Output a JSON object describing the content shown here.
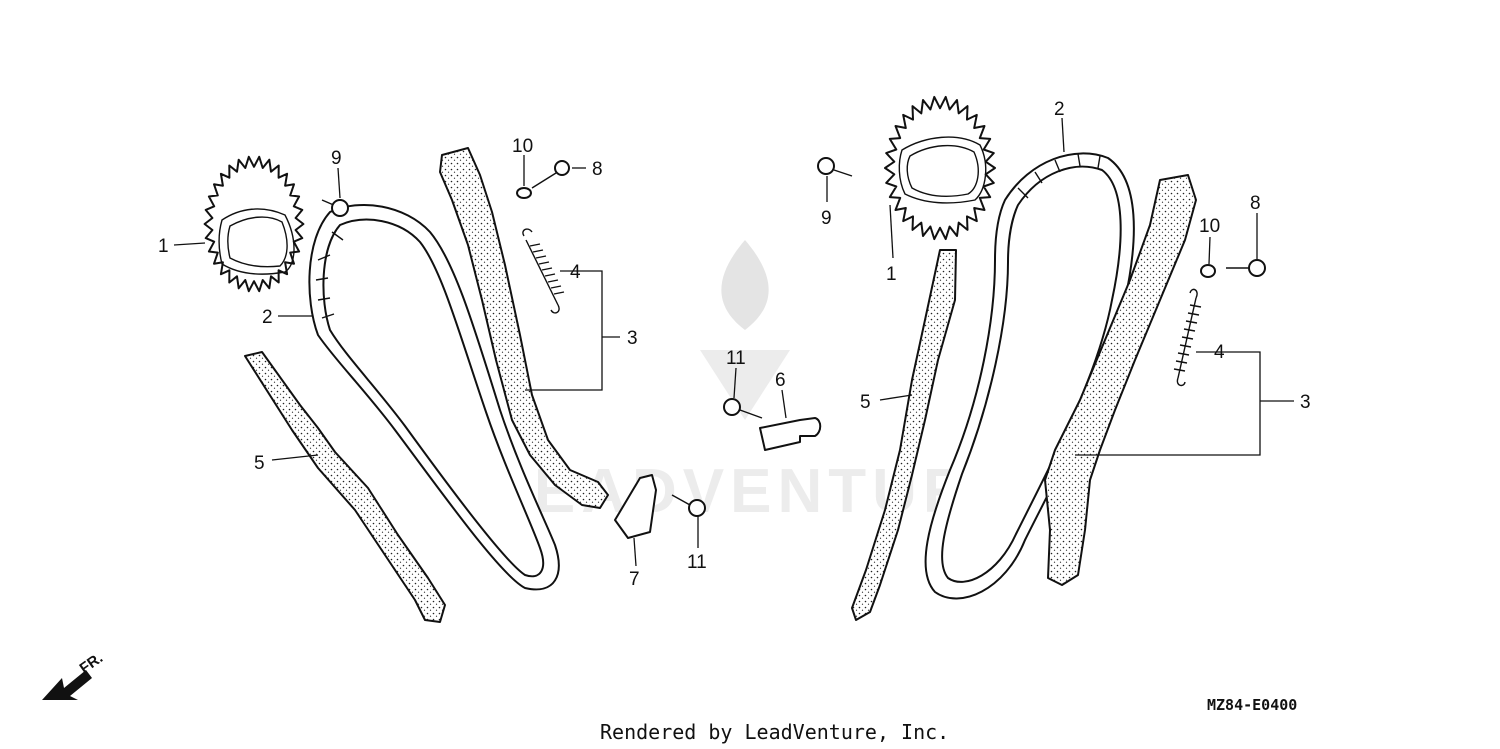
{
  "watermark": {
    "brand": "LEADVENTURE"
  },
  "callouts": {
    "left": {
      "sprocket": "1",
      "chain": "2",
      "tensioner_arm": "3",
      "spring": "4",
      "guide": "5",
      "collar": "9",
      "washer": "10",
      "bolt": "8"
    },
    "center": {
      "bolt_upper": "11",
      "bracket": "6",
      "plate": "7",
      "bolt_lower": "11"
    },
    "right": {
      "sprocket": "1",
      "chain": "2",
      "tensioner_arm": "3",
      "spring": "4",
      "guide": "5",
      "collar": "9",
      "washer": "10",
      "bolt": "8"
    }
  },
  "direction_indicator": "FR.",
  "diagram_code": "MZ84-E0400",
  "footer_credit": "Rendered by LeadVenture, Inc."
}
